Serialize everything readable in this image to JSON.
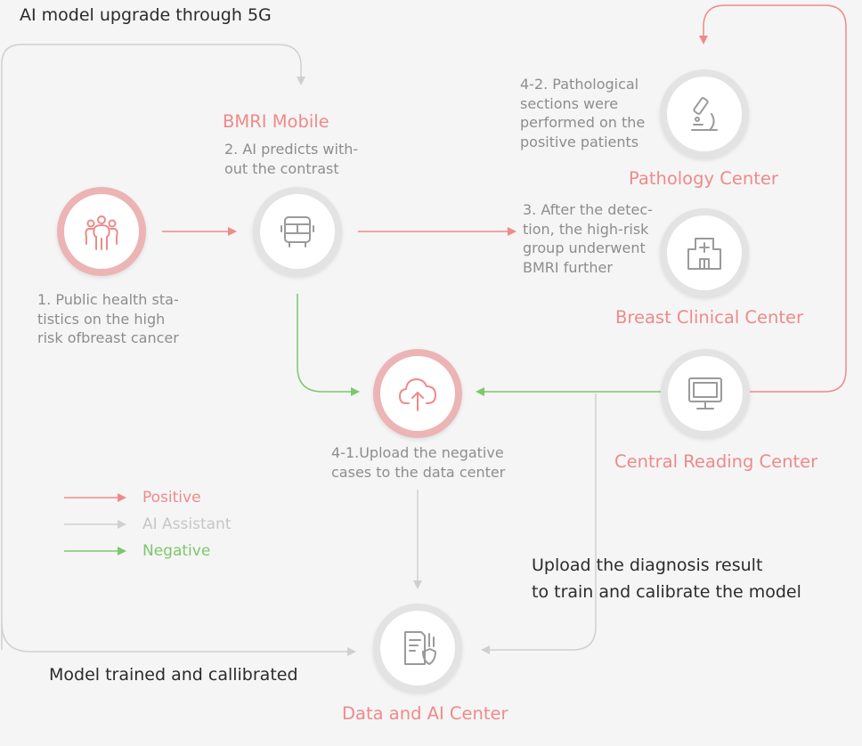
{
  "header": {
    "title": "AI model upgrade through 5G"
  },
  "nodes": {
    "public": {
      "label": "1. Public health sta-\ntistics on the high\nrisk ofbreast cancer"
    },
    "bmri": {
      "title": "BMRI Mobile",
      "label": "2. AI predicts with-\nout the contrast"
    },
    "pathology": {
      "title": "Pathology Center",
      "label": "4-2. Pathological\nsections were\nperformed on the\npositive patients"
    },
    "breast": {
      "title": "Breast Clinical Center",
      "label": "3. After the detec-\ntion, the high-risk\ngroup underwent\nBMRI further"
    },
    "upload": {
      "label": "4-1.Upload the negative\ncases to the data center"
    },
    "reading": {
      "title": "Central Reading Center"
    },
    "data_center": {
      "title": "Data and AI Center"
    }
  },
  "annotations": {
    "upload_result": "Upload the diagnosis result\nto train and calibrate the model",
    "model_trained": "Model trained and callibrated"
  },
  "legend": {
    "positive": "Positive",
    "ai": "AI Assistant",
    "negative": "Negative"
  },
  "colors": {
    "positive": "#ef8a8a",
    "ai": "#d0d0d0",
    "negative": "#7cc86a",
    "icon_gray": "#9a9a9a",
    "icon_pink": "#ef8a8a"
  },
  "icons": {
    "public": "people-group-icon",
    "bmri": "bus-icon",
    "pathology": "microscope-icon",
    "breast": "hospital-icon",
    "upload": "cloud-upload-icon",
    "reading": "monitor-icon",
    "data_center": "report-shield-icon"
  }
}
